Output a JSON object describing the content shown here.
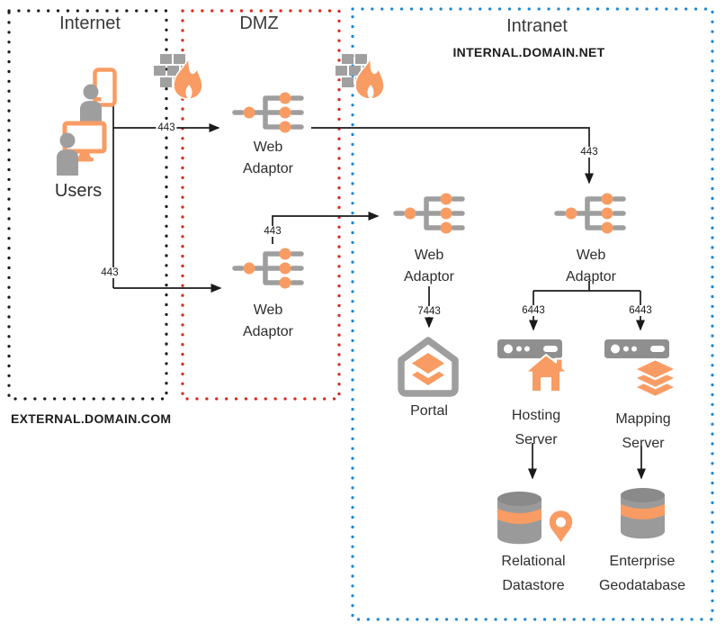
{
  "zones": {
    "internet": {
      "title": "Internet",
      "caption": "EXTERNAL.DOMAIN.COM"
    },
    "dmz": {
      "title": "DMZ"
    },
    "intranet": {
      "title": "Intranet",
      "caption": "INTERNAL.DOMAIN.NET"
    }
  },
  "nodes": {
    "users": {
      "label": "Users"
    },
    "web_adaptor_dmz_external": {
      "label": "Web Adaptor"
    },
    "web_adaptor_dmz_portal": {
      "label": "Web Adaptor"
    },
    "web_adaptor_portal": {
      "label": "Web Adaptor"
    },
    "web_adaptor_server": {
      "label": "Web Adaptor"
    },
    "portal": {
      "label": "Portal"
    },
    "hosting_server": {
      "label": "Hosting Server"
    },
    "mapping_server": {
      "label": "Mapping Server"
    },
    "relational_datastore": {
      "label": "Relational Datastore"
    },
    "enterprise_geodatabase": {
      "label": "Enterprise Geodatabase"
    }
  },
  "connections": {
    "users_to_wa_external": {
      "port": "443"
    },
    "users_to_wa_portal_dmz": {
      "port": "443"
    },
    "wa_external_to_wa_server": {
      "port": "443"
    },
    "wa_portal_dmz_to_wa_portal": {
      "port": "443"
    },
    "wa_portal_to_portal": {
      "port": "7443"
    },
    "wa_server_to_hosting": {
      "port": "6443"
    },
    "wa_server_to_mapping": {
      "port": "6443"
    },
    "hosting_to_datastore": {
      "port": ""
    },
    "mapping_to_geodatabase": {
      "port": ""
    }
  },
  "colors": {
    "accent_orange": "#F89C64",
    "icon_gray": "#9E9E9E",
    "internet_border": "#1c1c1c",
    "dmz_border": "#e02419",
    "intranet_border": "#1f86d1",
    "arrow_black": "#1a1a1a"
  }
}
